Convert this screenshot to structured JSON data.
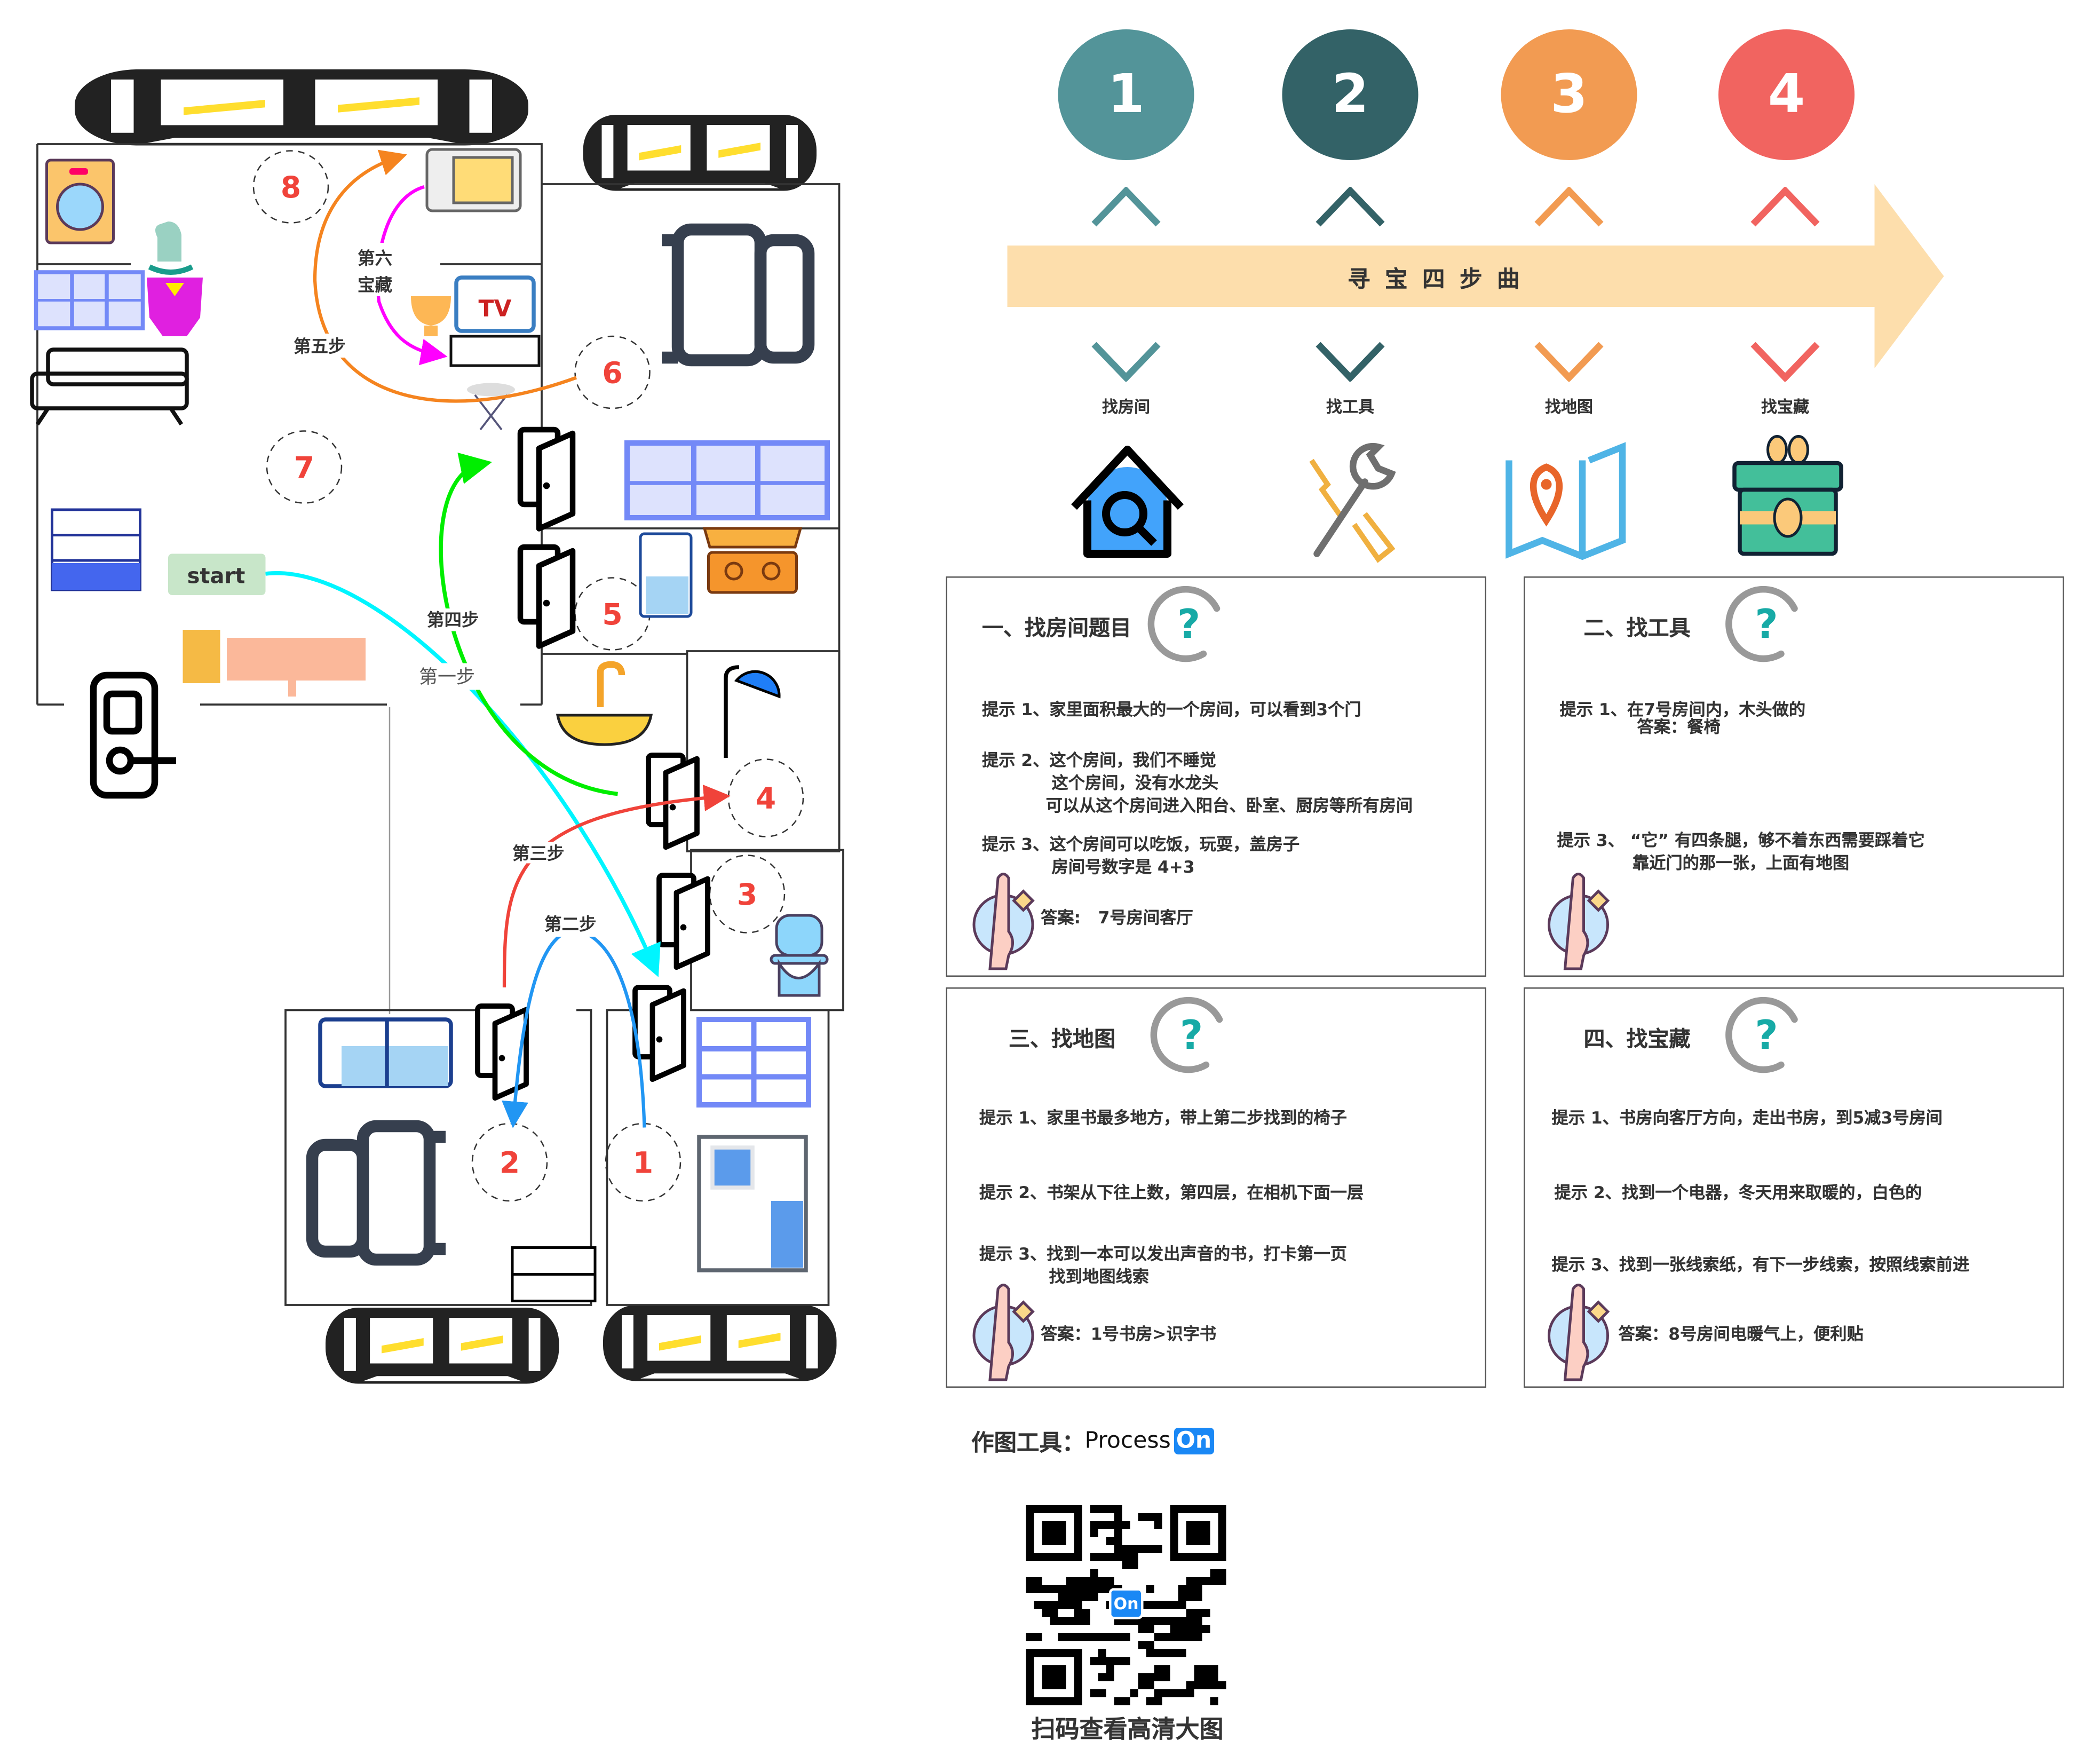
{
  "plan": {
    "rooms": [
      {
        "number": "1"
      },
      {
        "number": "2"
      },
      {
        "number": "3"
      },
      {
        "number": "4"
      },
      {
        "number": "5"
      },
      {
        "number": "6"
      },
      {
        "number": "7"
      },
      {
        "number": "8"
      }
    ],
    "start_label": "start",
    "paths": [
      {
        "label": "第一步",
        "color": "#00f5ff"
      },
      {
        "label": "第二步",
        "color": "#2196f3"
      },
      {
        "label": "第三步",
        "color": "#f0433a"
      },
      {
        "label": "第四步",
        "color": "#00ee00"
      },
      {
        "label": "第五步",
        "color": "#f5841f"
      },
      {
        "label_line1": "第六",
        "label_line2": "宝藏",
        "color": "#ff00ff"
      }
    ],
    "tv_text": "TV"
  },
  "timeline": {
    "title": "寻宝四步曲",
    "steps": [
      {
        "number": "1",
        "name": "找房间",
        "color": "#539499",
        "icon": "house-search-icon"
      },
      {
        "number": "2",
        "name": "找工具",
        "color": "#336267",
        "icon": "tools-icon"
      },
      {
        "number": "3",
        "name": "找地图",
        "color": "#f29b52",
        "icon": "map-pin-icon"
      },
      {
        "number": "4",
        "name": "找宝藏",
        "color": "#f16460",
        "icon": "gift-box-icon"
      }
    ]
  },
  "cards": [
    {
      "title": "一、找房间题目",
      "hints": [
        "提示 1、家里面积最大的一个房间，可以看到3个门",
        "提示 2、这个房间，我们不睡觉\n            这个房间，没有水龙头\n           可以从这个房间进入阳台、卧室、厨房等所有房间",
        "提示 3、这个房间可以吃饭，玩耍，盖房子\n            房间号数字是 4+3"
      ],
      "answer": "答案:   7号房间客厅"
    },
    {
      "title": "二、找工具",
      "hints": [
        "提示 1、在7号房间内，木头做的",
        "提示 3、 “它” 有四条腿，够不着东西需要踩着它\n             靠近门的那一张，上面有地图"
      ],
      "answer": "答案：餐椅"
    },
    {
      "title": "三、找地图",
      "hints": [
        "提示 1、家里书最多地方，带上第二步找到的椅子",
        "提示 2、书架从下往上数，第四层，在相机下面一层",
        "提示 3、找到一本可以发出声音的书，打卡第一页\n            找到地图线索"
      ],
      "answer": "答案：1号书房>识字书"
    },
    {
      "title": "四、找宝藏",
      "hints": [
        "提示 1、书房向客厅方向，走出书房，到5减3号房间",
        "提示 2、找到一个电器，冬天用来取暖的，白色的",
        "提示 3、找到一张线索纸，有下一步线索，按照线索前进"
      ],
      "answer": "答案：8号房间电暖气上，便利贴"
    }
  ],
  "footer": {
    "tool_label": "作图工具：",
    "brand_process": "Process",
    "brand_on": "On",
    "qr_center": "On",
    "qr_caption": "扫码查看高清大图"
  }
}
